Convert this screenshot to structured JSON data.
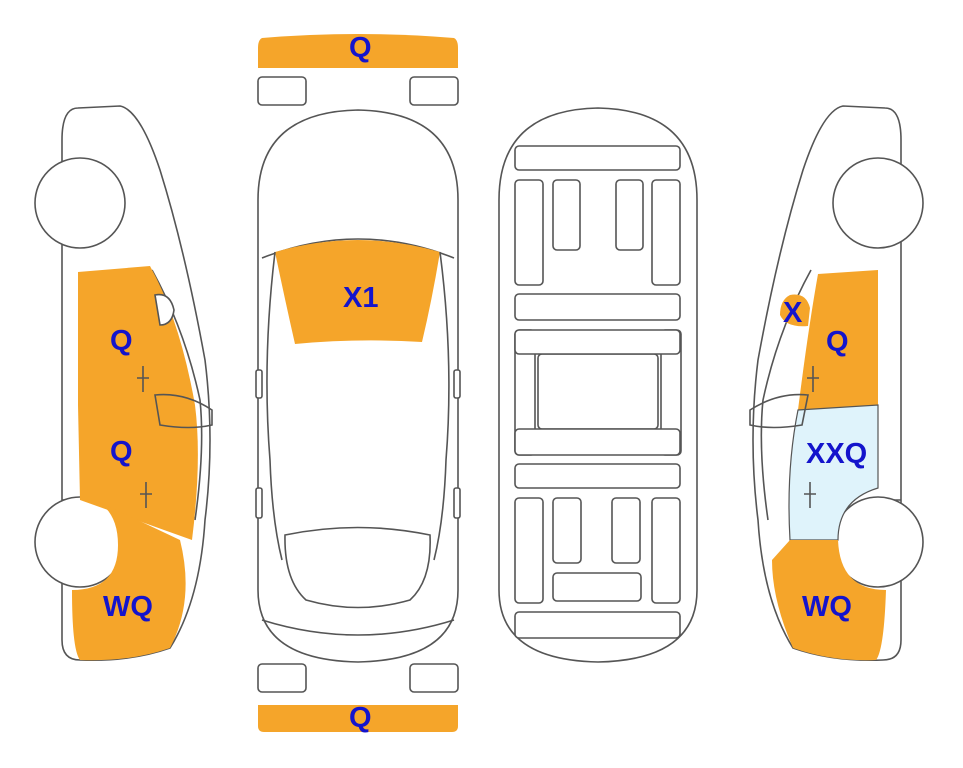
{
  "colors": {
    "damage": "#f5a52a",
    "highlight": "#dff3fb",
    "outline": "#555555",
    "label": "#1414cc"
  },
  "labels": {
    "front_bumper": "Q",
    "rear_bumper": "Q",
    "windshield": "X1",
    "left_front_door": "Q",
    "left_rear_door": "Q",
    "left_quarter_panel": "WQ",
    "right_mirror": "X",
    "right_front_door": "Q",
    "right_rear_door": "XXQ",
    "right_quarter_panel": "WQ"
  }
}
